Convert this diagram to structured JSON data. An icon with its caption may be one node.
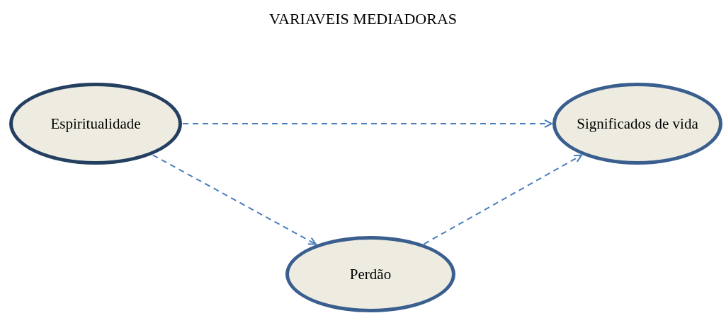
{
  "diagram": {
    "title": "VARIAVEIS MEDIADORAS",
    "nodes": [
      {
        "text": [
          "Espiritualidade"
        ]
      },
      {
        "text": [
          "Significados de vida"
        ]
      },
      {
        "text": [
          "Perdão"
        ]
      }
    ],
    "edges": [
      {
        "from": 0,
        "to": 1,
        "arrow": "to",
        "style": "dashed"
      },
      {
        "from": 0,
        "to": 2,
        "arrow": "to",
        "style": "dashed"
      },
      {
        "from": 2,
        "to": 1,
        "arrow": "to",
        "style": "dashed"
      }
    ]
  }
}
